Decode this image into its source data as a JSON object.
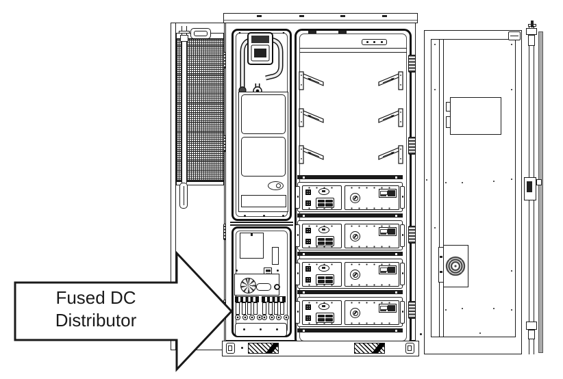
{
  "callout": {
    "line1": "Fused DC",
    "line2": "Distributor"
  },
  "colors": {
    "bg": "#ffffff",
    "line": "#1a1a1a",
    "frame": "#111111",
    "mesh": "#2b2b2b",
    "lgray": "#e8e8e8",
    "edgegray": "#aaaaaa",
    "fan": "#4a4a4a"
  },
  "components": {
    "left_door": {
      "parts": [
        "heat-exchanger-mesh",
        "door-locking-rod",
        "lift-handle"
      ]
    },
    "center_bay": {
      "parts": [
        "hose-assembly",
        "pump-unit",
        "blank-panel",
        "blank-panel",
        "oval-fitting",
        "cable-coil",
        "fused-dc-distributor"
      ],
      "fuse_groups": 2,
      "fuses_per_group": 4
    },
    "battery_bay": {
      "battery_modules": 4,
      "shelf_bracket_levels": 3,
      "mounting_rails": 5
    },
    "right_door": {
      "parts": [
        "document-box",
        "cooling-fan",
        "door-locking-rod",
        "door-edge-strip"
      ]
    },
    "base": {
      "vent_grilles": 2
    },
    "hinges_per_side": 4
  }
}
